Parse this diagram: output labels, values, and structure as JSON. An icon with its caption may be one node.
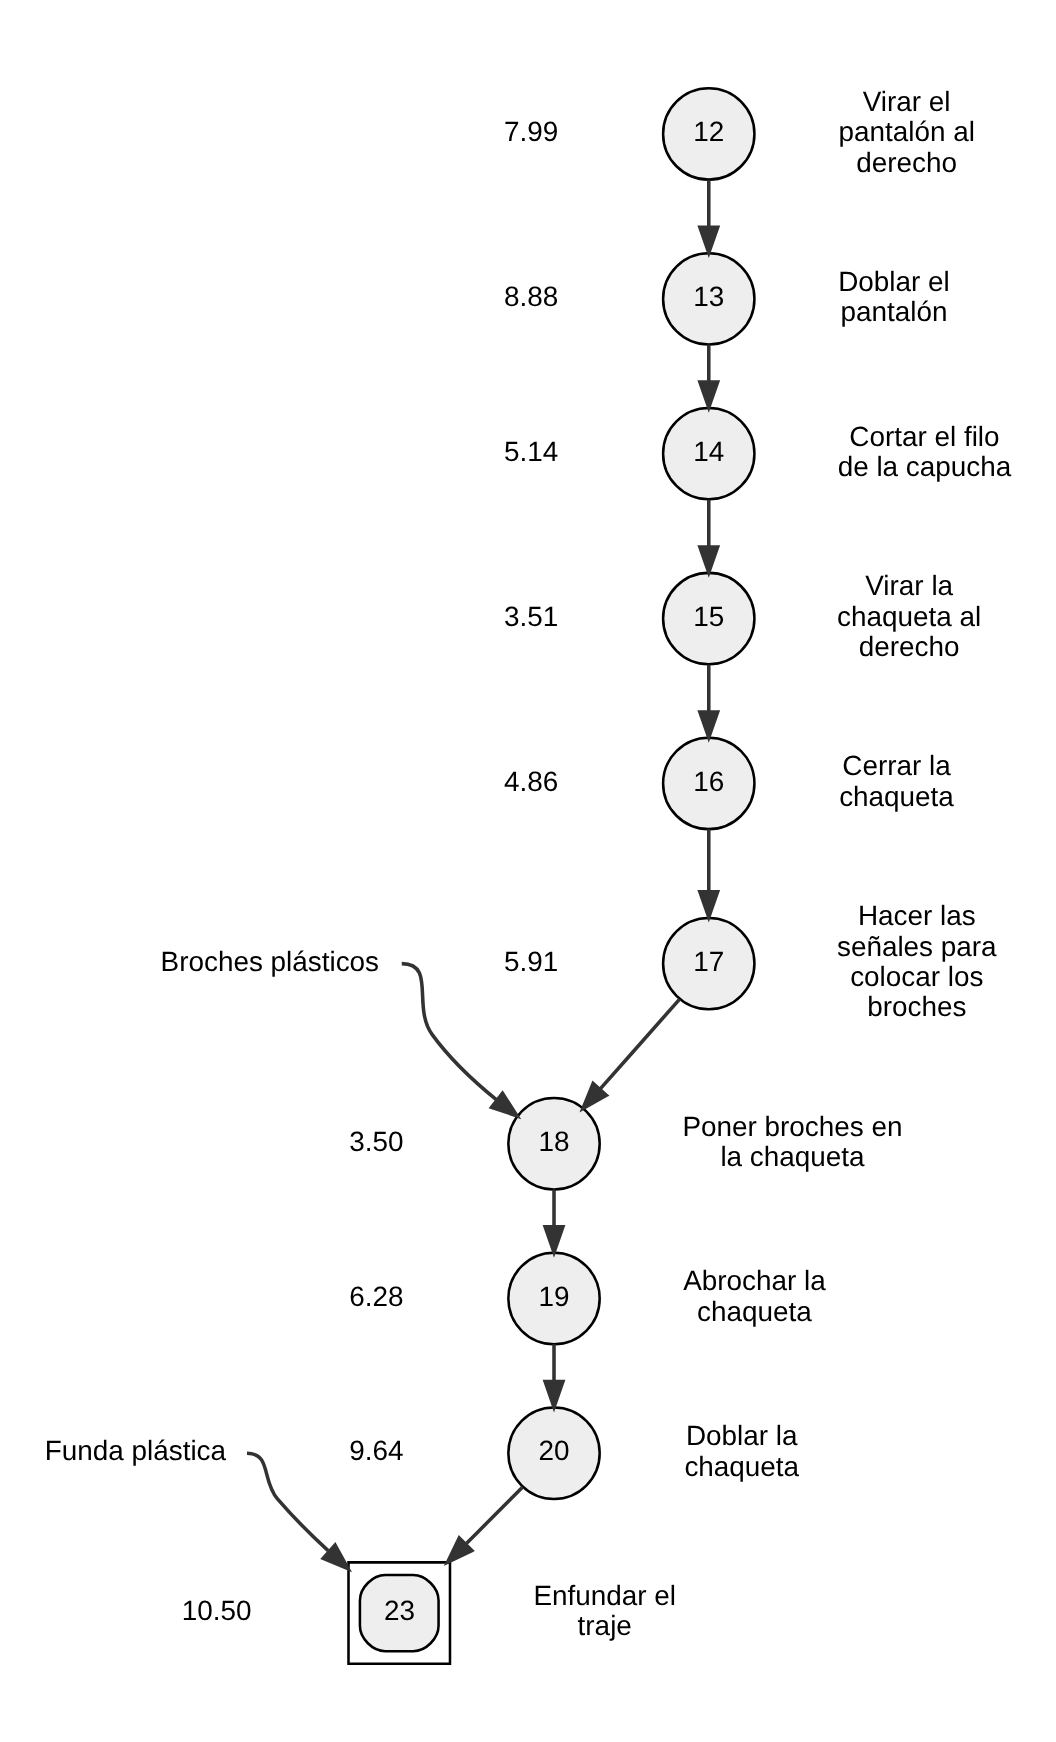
{
  "diagram": {
    "nodes": [
      {
        "text": [
          "12"
        ],
        "beside": [
          "7.99",
          "Virar el pantalón al derecho"
        ]
      },
      {
        "text": [
          "13"
        ],
        "beside": [
          "8.88",
          "Doblar el pantalón"
        ]
      },
      {
        "text": [
          "14"
        ],
        "beside": [
          "5.14",
          "Cortar el filo de la capucha"
        ]
      },
      {
        "text": [
          "15"
        ],
        "beside": [
          "3.51",
          "Virar la chaqueta al derecho"
        ]
      },
      {
        "text": [
          "16"
        ],
        "beside": [
          "4.86",
          "Cerrar la chaqueta"
        ]
      },
      {
        "text": [
          "17"
        ],
        "beside": [
          "5.91",
          "Hacer las señales para colocar los broches"
        ]
      },
      {
        "text": [
          "Broches plásticos"
        ]
      },
      {
        "text": [
          "18"
        ],
        "beside": [
          "3.50",
          "Poner broches en la chaqueta"
        ]
      },
      {
        "text": [
          "19"
        ],
        "beside": [
          "6.28",
          "Abrochar la chaqueta"
        ]
      },
      {
        "text": [
          "20"
        ],
        "beside": [
          "9.64",
          "Doblar la chaqueta"
        ]
      },
      {
        "text": [
          "Funda plástica"
        ]
      },
      {
        "text": [
          "23"
        ],
        "beside": [
          "10.50",
          "Enfundar el traje"
        ]
      }
    ],
    "edges": [
      {
        "from": 0,
        "to": 1,
        "arrow": "to"
      },
      {
        "from": 1,
        "to": 2,
        "arrow": "to"
      },
      {
        "from": 2,
        "to": 3,
        "arrow": "to"
      },
      {
        "from": 3,
        "to": 4,
        "arrow": "to"
      },
      {
        "from": 4,
        "to": 5,
        "arrow": "to"
      },
      {
        "from": 5,
        "to": 7,
        "arrow": "to"
      },
      {
        "from": 6,
        "to": 7,
        "arrow": "to"
      },
      {
        "from": 7,
        "to": 8,
        "arrow": "to"
      },
      {
        "from": 8,
        "to": 9,
        "arrow": "to"
      },
      {
        "from": 9,
        "to": 11,
        "arrow": "to"
      },
      {
        "from": 10,
        "to": 11,
        "arrow": "to"
      }
    ]
  }
}
